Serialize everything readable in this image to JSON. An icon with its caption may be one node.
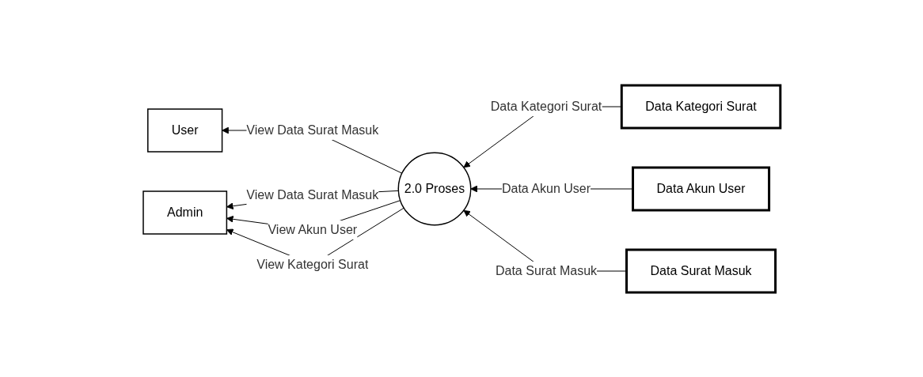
{
  "diagram": {
    "nodes": [
      {
        "text": [
          "User"
        ]
      },
      {
        "text": [
          "Data Surat Masuk"
        ]
      },
      {
        "text": [
          "Data Akun User"
        ]
      },
      {
        "text": [
          "Data Kategori Surat"
        ]
      },
      {
        "text": [
          "Admin"
        ]
      },
      {
        "text": [
          "2.0 Proses"
        ]
      }
    ],
    "edges": [
      {
        "from": 5,
        "to": 0,
        "arrow": "to",
        "label": "View Data Surat Masuk"
      },
      {
        "from": 5,
        "to": 4,
        "arrow": "to",
        "label": "View Data Surat Masuk"
      },
      {
        "from": 5,
        "to": 4,
        "arrow": "to",
        "label": "View Akun User"
      },
      {
        "from": 5,
        "to": 4,
        "arrow": "to",
        "label": "View Kategori Surat"
      },
      {
        "from": 3,
        "to": 5,
        "arrow": "to",
        "label": "Data Kategori Surat"
      },
      {
        "from": 2,
        "to": 5,
        "arrow": "to",
        "label": "Data Akun User"
      },
      {
        "from": 1,
        "to": 5,
        "arrow": "to",
        "label": "Data Surat Masuk"
      }
    ]
  }
}
